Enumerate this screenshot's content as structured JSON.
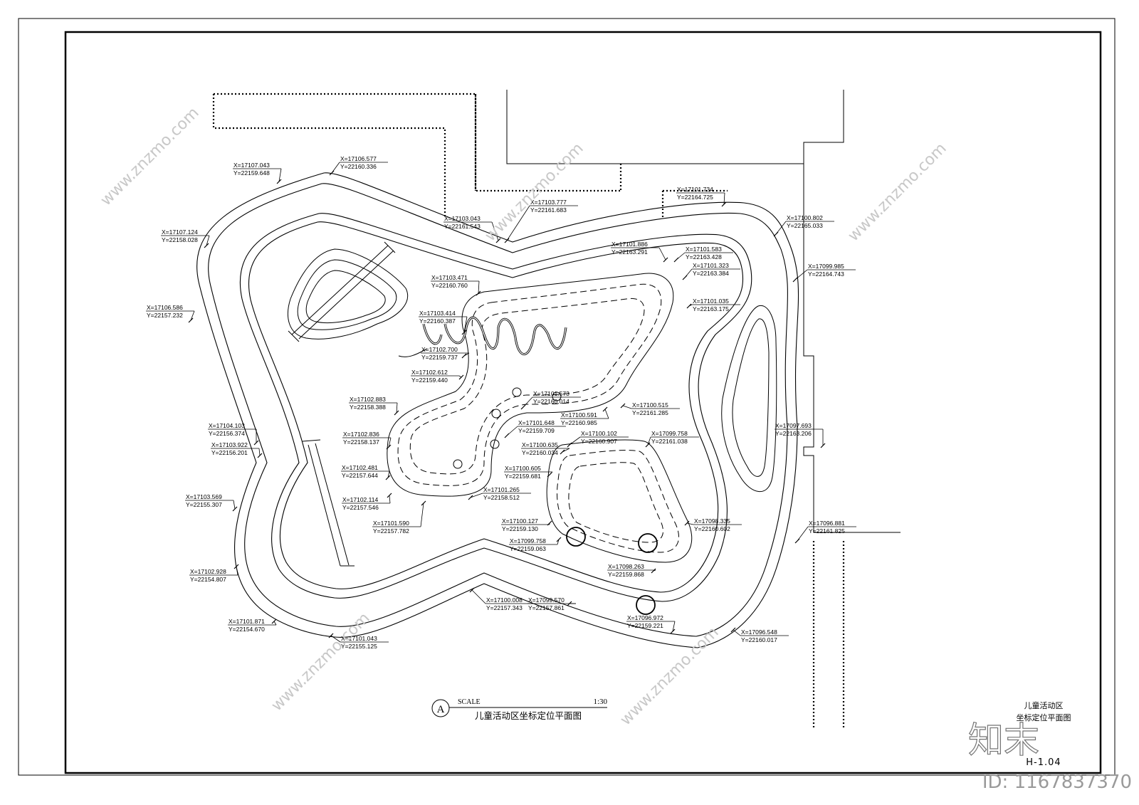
{
  "title_block": {
    "marker": "A",
    "scale_label": "SCALE",
    "scale_value": "1:30",
    "drawing_title": "儿童活动区坐标定位平面图"
  },
  "sheet": {
    "area_name": "儿童活动区",
    "sheet_title": "坐标定位平面图",
    "sheet_number": "H-1.04"
  },
  "watermark": {
    "brand": "知末",
    "site": "www.znzmo.com",
    "id_text": "ID: 1167837370"
  },
  "coordinates": [
    {
      "x": "X=17107.043",
      "y": "Y=22159.648"
    },
    {
      "x": "X=17106.577",
      "y": "Y=22160.336"
    },
    {
      "x": "X=17107.124",
      "y": "Y=22158.028"
    },
    {
      "x": "X=17106.586",
      "y": "Y=22157.232"
    },
    {
      "x": "X=17103.777",
      "y": "Y=22161.683"
    },
    {
      "x": "X=17103.043",
      "y": "Y=22161.543"
    },
    {
      "x": "X=17101.734",
      "y": "Y=22164.725"
    },
    {
      "x": "X=17100.802",
      "y": "Y=22165.033"
    },
    {
      "x": "X=17101.886",
      "y": "Y=22163.291"
    },
    {
      "x": "X=17101.583",
      "y": "Y=22163.428"
    },
    {
      "x": "X=17101.323",
      "y": "Y=22163.384"
    },
    {
      "x": "X=17099.985",
      "y": "Y=22164.743"
    },
    {
      "x": "X=17103.471",
      "y": "Y=22160.760"
    },
    {
      "x": "X=17101.035",
      "y": "Y=22163.175"
    },
    {
      "x": "X=17103.414",
      "y": "Y=22160.387"
    },
    {
      "x": "X=17102.700",
      "y": "Y=22159.737"
    },
    {
      "x": "X=17102.612",
      "y": "Y=22159.440"
    },
    {
      "x": "X=17101.573",
      "y": "Y=22160.014"
    },
    {
      "x": "X=17102.883",
      "y": "Y=22158.388"
    },
    {
      "x": "X=17100.515",
      "y": "Y=22161.285"
    },
    {
      "x": "X=17100.591",
      "y": "Y=22160.985"
    },
    {
      "x": "X=17101.648",
      "y": "Y=22159.709"
    },
    {
      "x": "X=17104.103",
      "y": "Y=22156.374"
    },
    {
      "x": "X=17103.922",
      "y": "Y=22156.201"
    },
    {
      "x": "X=17102.836",
      "y": "Y=22158.137"
    },
    {
      "x": "X=17100.102",
      "y": "Y=22160.907"
    },
    {
      "x": "X=17099.758",
      "y": "Y=22161.038"
    },
    {
      "x": "X=17100.635",
      "y": "Y=22160.034"
    },
    {
      "x": "X=17097.693",
      "y": "Y=22163.206"
    },
    {
      "x": "X=17102.481",
      "y": "Y=22157.644"
    },
    {
      "x": "X=17100.605",
      "y": "Y=22159.681"
    },
    {
      "x": "X=17103.569",
      "y": "Y=22155.307"
    },
    {
      "x": "X=17101.265",
      "y": "Y=22158.512"
    },
    {
      "x": "X=17102.114",
      "y": "Y=22157.546"
    },
    {
      "x": "X=17100.127",
      "y": "Y=22159.130"
    },
    {
      "x": "X=17098.335",
      "y": "Y=22160.602"
    },
    {
      "x": "X=17101.590",
      "y": "Y=22157.782"
    },
    {
      "x": "X=17099.758",
      "y": "Y=22159.063"
    },
    {
      "x": "X=17096.881",
      "y": "Y=22161.825"
    },
    {
      "x": "X=17102.928",
      "y": "Y=22154.807"
    },
    {
      "x": "X=17098.263",
      "y": "Y=22159.868"
    },
    {
      "x": "X=17100.008",
      "y": "Y=22157.343"
    },
    {
      "x": "X=17099.570",
      "y": "Y=22157.861"
    },
    {
      "x": "X=17101.871",
      "y": "Y=22154.670"
    },
    {
      "x": "X=17096.972",
      "y": "Y=22159.221"
    },
    {
      "x": "X=17101.043",
      "y": "Y=22155.125"
    },
    {
      "x": "X=17096.548",
      "y": "Y=22160.017"
    }
  ]
}
